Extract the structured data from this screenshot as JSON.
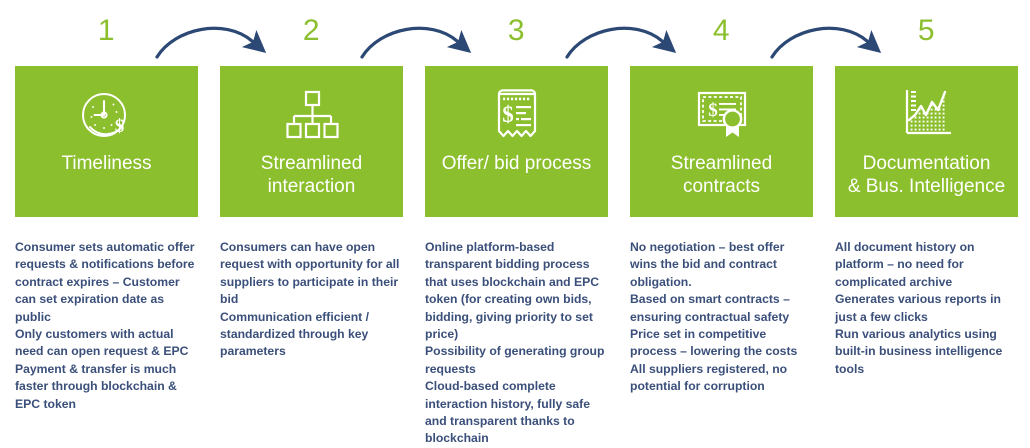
{
  "theme": {
    "green": "#8cbf2d",
    "navy": "#2c4874",
    "text_blue": "#3a4f7a",
    "background": "#ffffff",
    "card_title_color": "#ffffff"
  },
  "steps": [
    {
      "number": "1",
      "icon": "clock-money-icon",
      "title": "Timeliness",
      "description": "Consumer sets automatic offer requests & notifications before contract expires – Customer can set expiration date as public\nOnly customers with actual need can open request & EPC\nPayment & transfer is much faster through blockchain & EPC token"
    },
    {
      "number": "2",
      "icon": "hierarchy-icon",
      "title": "Streamlined\ninteraction",
      "description": "Consumers can have open request with opportunity for all suppliers to participate in their bid\nCommunication efficient / standardized through key parameters"
    },
    {
      "number": "3",
      "icon": "invoice-receipt-icon",
      "title": "Offer/ bid process",
      "description": "Online platform-based transparent bidding process that uses blockchain and EPC token (for creating own bids, bidding, giving priority to set price)\nPossibility of generating group requests\nCloud-based complete interaction history, fully safe and transparent thanks to blockchain"
    },
    {
      "number": "4",
      "icon": "certificate-seal-icon",
      "title": "Streamlined\ncontracts",
      "description": "No negotiation – best offer wins the bid and contract obligation.\nBased on smart contracts – ensuring contractual safety\nPrice set in competitive process – lowering the costs\nAll suppliers registered, no potential for corruption"
    },
    {
      "number": "5",
      "icon": "area-chart-icon",
      "title": "Documentation\n& Bus. Intelligence",
      "description": "All document history on platform – no need for complicated archive\nGenerates various reports in just a few clicks\nRun various analytics using built-in business intelligence tools"
    }
  ],
  "arrows": [
    {
      "name": "arrow-step-1-to-2"
    },
    {
      "name": "arrow-step-2-to-3"
    },
    {
      "name": "arrow-step-3-to-4"
    },
    {
      "name": "arrow-step-4-to-5"
    }
  ]
}
